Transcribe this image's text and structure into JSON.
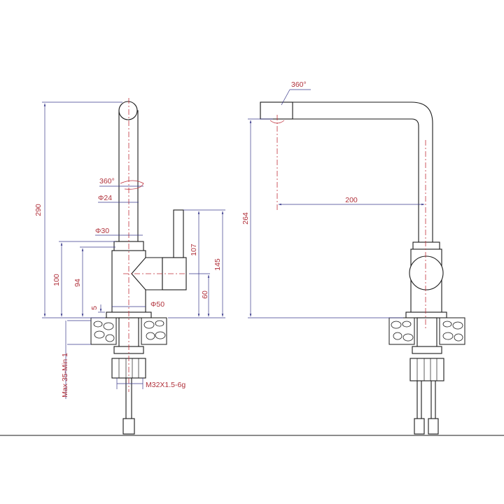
{
  "dimensions": {
    "height_total": "290",
    "rotation_spout": "360°",
    "diameter_top": "Φ24",
    "diameter_body": "Φ30",
    "height_100": "100",
    "height_94": "94",
    "dim_5": "5",
    "diameter_base": "Φ50",
    "handle_107": "107",
    "handle_145": "145",
    "handle_60": "60",
    "mount_thickness": "Max 35-Min 1",
    "thread": "M32X1.5-6g",
    "rotation_side": "360°",
    "height_side": "264",
    "reach": "200"
  },
  "colors": {
    "dimension_text": "#b0303a",
    "dimension_line": "#3a3a8c",
    "outline": "#1a1a1a",
    "background": "#ffffff"
  }
}
